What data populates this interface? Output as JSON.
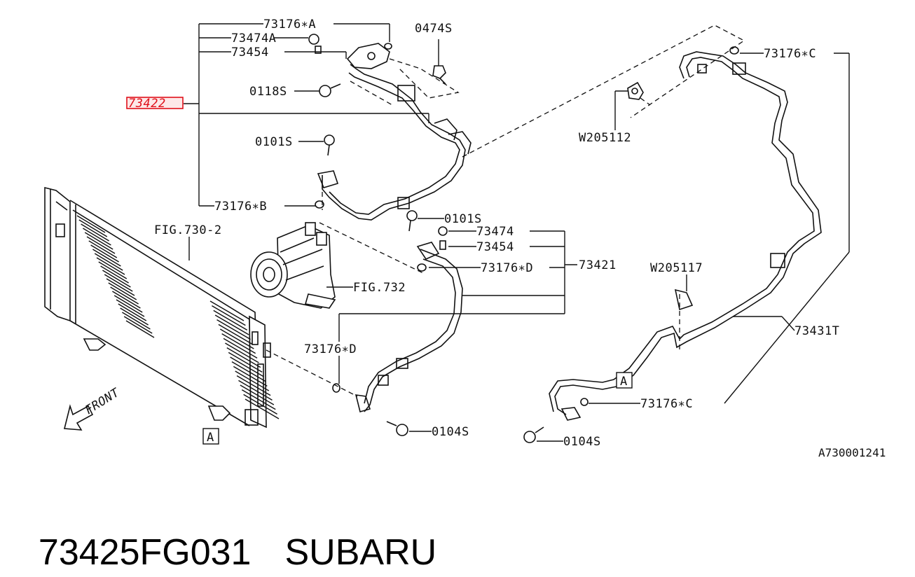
{
  "diagram": {
    "highlighted_part": "73422",
    "labels": {
      "o_a_top": "73176∗A",
      "p_73474a": "73474A",
      "p_73454_top": "73454",
      "b_0474s": "0474S",
      "b_0118s": "0118S",
      "b_0101s_top": "0101S",
      "o_b": "73176∗B",
      "fig_730_2": "FIG.730-2",
      "o_c_top": "73176∗C",
      "w205112": "W205112",
      "b_0101s_mid": "0101S",
      "p_73474": "73474",
      "p_73454_mid": "73454",
      "o_d_mid": "73176∗D",
      "p_73421": "73421",
      "w205117": "W205117",
      "fig_732": "FIG.732",
      "p_73431t": "73431T",
      "o_d_low": "73176∗D",
      "front": "FRONT",
      "ref_a_1": "A",
      "ref_a_2": "A",
      "o_c_low": "73176∗C",
      "b_0104s_1": "0104S",
      "b_0104s_2": "0104S",
      "drawing_id": "A730001241"
    },
    "highlight_color": "#e0101a"
  },
  "caption": {
    "part_number": "73425FG031",
    "brand": "SUBARU"
  }
}
